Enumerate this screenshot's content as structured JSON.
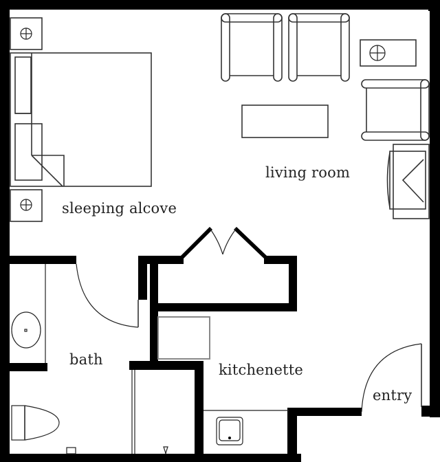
{
  "diagram": {
    "type": "floor-plan",
    "rooms": [
      {
        "id": "sleeping-alcove",
        "label": "sleeping alcove"
      },
      {
        "id": "living-room",
        "label": "living room"
      },
      {
        "id": "bath",
        "label": "bath"
      },
      {
        "id": "kitchenette",
        "label": "kitchenette"
      },
      {
        "id": "entry",
        "label": "entry"
      }
    ],
    "fixtures": [
      "bed",
      "nightstand-lamp-top",
      "nightstand-lamp-bottom",
      "armchair-1",
      "armchair-2",
      "armchair-3",
      "side-table-lamp",
      "coffee-table",
      "tv-cabinet",
      "closet-bifold-doors",
      "refrigerator",
      "kitchen-sink",
      "bath-vanity-sink",
      "toilet",
      "shower-stall",
      "bath-door",
      "entry-door"
    ],
    "colors": {
      "wall": "#000000",
      "furniture": "#333333",
      "background": "#ffffff"
    }
  }
}
